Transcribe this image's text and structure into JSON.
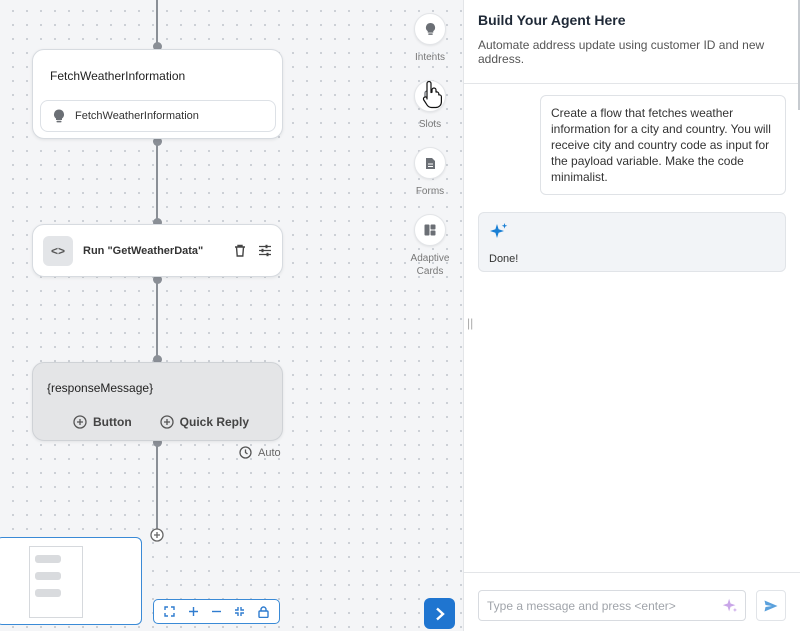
{
  "canvas": {
    "nodes": {
      "fetch": {
        "title": "FetchWeatherInformation",
        "chip_label": "FetchWeatherInformation"
      },
      "run": {
        "label": "Run \"GetWeatherData\""
      },
      "response": {
        "title": "{responseMessage}",
        "button_label": "Button",
        "quick_reply_label": "Quick Reply"
      }
    },
    "auto_label": "Auto",
    "palette": [
      {
        "label": "Intents",
        "icon": "lightbulb-icon"
      },
      {
        "label": "Slots",
        "icon": "slots-icon"
      },
      {
        "label": "Forms",
        "icon": "document-icon"
      },
      {
        "label": "Adaptive Cards",
        "icon": "dashboard-icon"
      }
    ]
  },
  "panel": {
    "title": "Build Your Agent Here",
    "subtitle": "Automate address update using customer ID and new address.",
    "messages": {
      "user": "Create a flow that fetches weather information for a city and country. You will receive city and country code as input for the payload variable. Make the code minimalist.",
      "bot": "Done!"
    },
    "composer": {
      "placeholder": "Type a message and press <enter>",
      "value": ""
    }
  },
  "colors": {
    "accent": "#1f75d0",
    "sparkle": "#1a7fd4"
  }
}
